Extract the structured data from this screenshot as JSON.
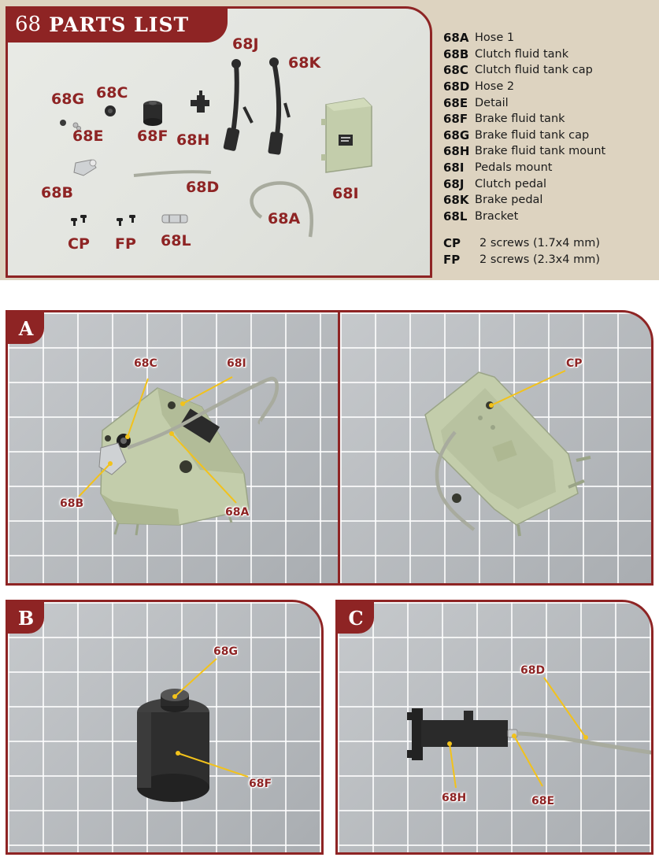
{
  "header": {
    "number": "68",
    "title": "PARTS LIST"
  },
  "photo_labels": [
    {
      "id": "68J",
      "text": "68J"
    },
    {
      "id": "68K",
      "text": "68K"
    },
    {
      "id": "68G",
      "text": "68G"
    },
    {
      "id": "68C",
      "text": "68C"
    },
    {
      "id": "68E",
      "text": "68E"
    },
    {
      "id": "68F",
      "text": "68F"
    },
    {
      "id": "68H",
      "text": "68H"
    },
    {
      "id": "68B",
      "text": "68B"
    },
    {
      "id": "68D",
      "text": "68D"
    },
    {
      "id": "68I",
      "text": "68I"
    },
    {
      "id": "68A",
      "text": "68A"
    },
    {
      "id": "CP",
      "text": "CP"
    },
    {
      "id": "FP",
      "text": "FP"
    },
    {
      "id": "68L",
      "text": "68L"
    }
  ],
  "parts": [
    {
      "code": "68A",
      "desc": "Hose 1"
    },
    {
      "code": "68B",
      "desc": "Clutch fluid tank"
    },
    {
      "code": "68C",
      "desc": "Clutch fluid tank cap"
    },
    {
      "code": "68D",
      "desc": "Hose 2"
    },
    {
      "code": "68E",
      "desc": "Detail"
    },
    {
      "code": "68F",
      "desc": "Brake fluid tank"
    },
    {
      "code": "68G",
      "desc": "Brake fluid tank cap"
    },
    {
      "code": "68H",
      "desc": "Brake fluid tank mount"
    },
    {
      "code": "68I",
      "desc": "Pedals mount"
    },
    {
      "code": "68J",
      "desc": "Clutch pedal"
    },
    {
      "code": "68K",
      "desc": "Brake pedal"
    },
    {
      "code": "68L",
      "desc": "Bracket"
    }
  ],
  "screws": [
    {
      "code": "CP",
      "desc": "2 screws (1.7x4 mm)"
    },
    {
      "code": "FP",
      "desc": "2 screws (2.3x4 mm)"
    }
  ],
  "steps": {
    "A": {
      "letter": "A",
      "left_callouts": {
        "c68C": "68C",
        "c68I": "68I",
        "c68B": "68B",
        "c68A": "68A"
      },
      "right_callouts": {
        "cCP": "CP"
      }
    },
    "B": {
      "letter": "B",
      "callouts": {
        "c68G": "68G",
        "c68F": "68F"
      }
    },
    "C": {
      "letter": "C",
      "callouts": {
        "c68D": "68D",
        "c68H": "68H",
        "c68E": "68E"
      }
    }
  },
  "colors": {
    "accent": "#8e2424",
    "part_green": "#c3cdab",
    "callout_yellow": "#f2c21b",
    "panel_bg": "#ddd3c0"
  }
}
